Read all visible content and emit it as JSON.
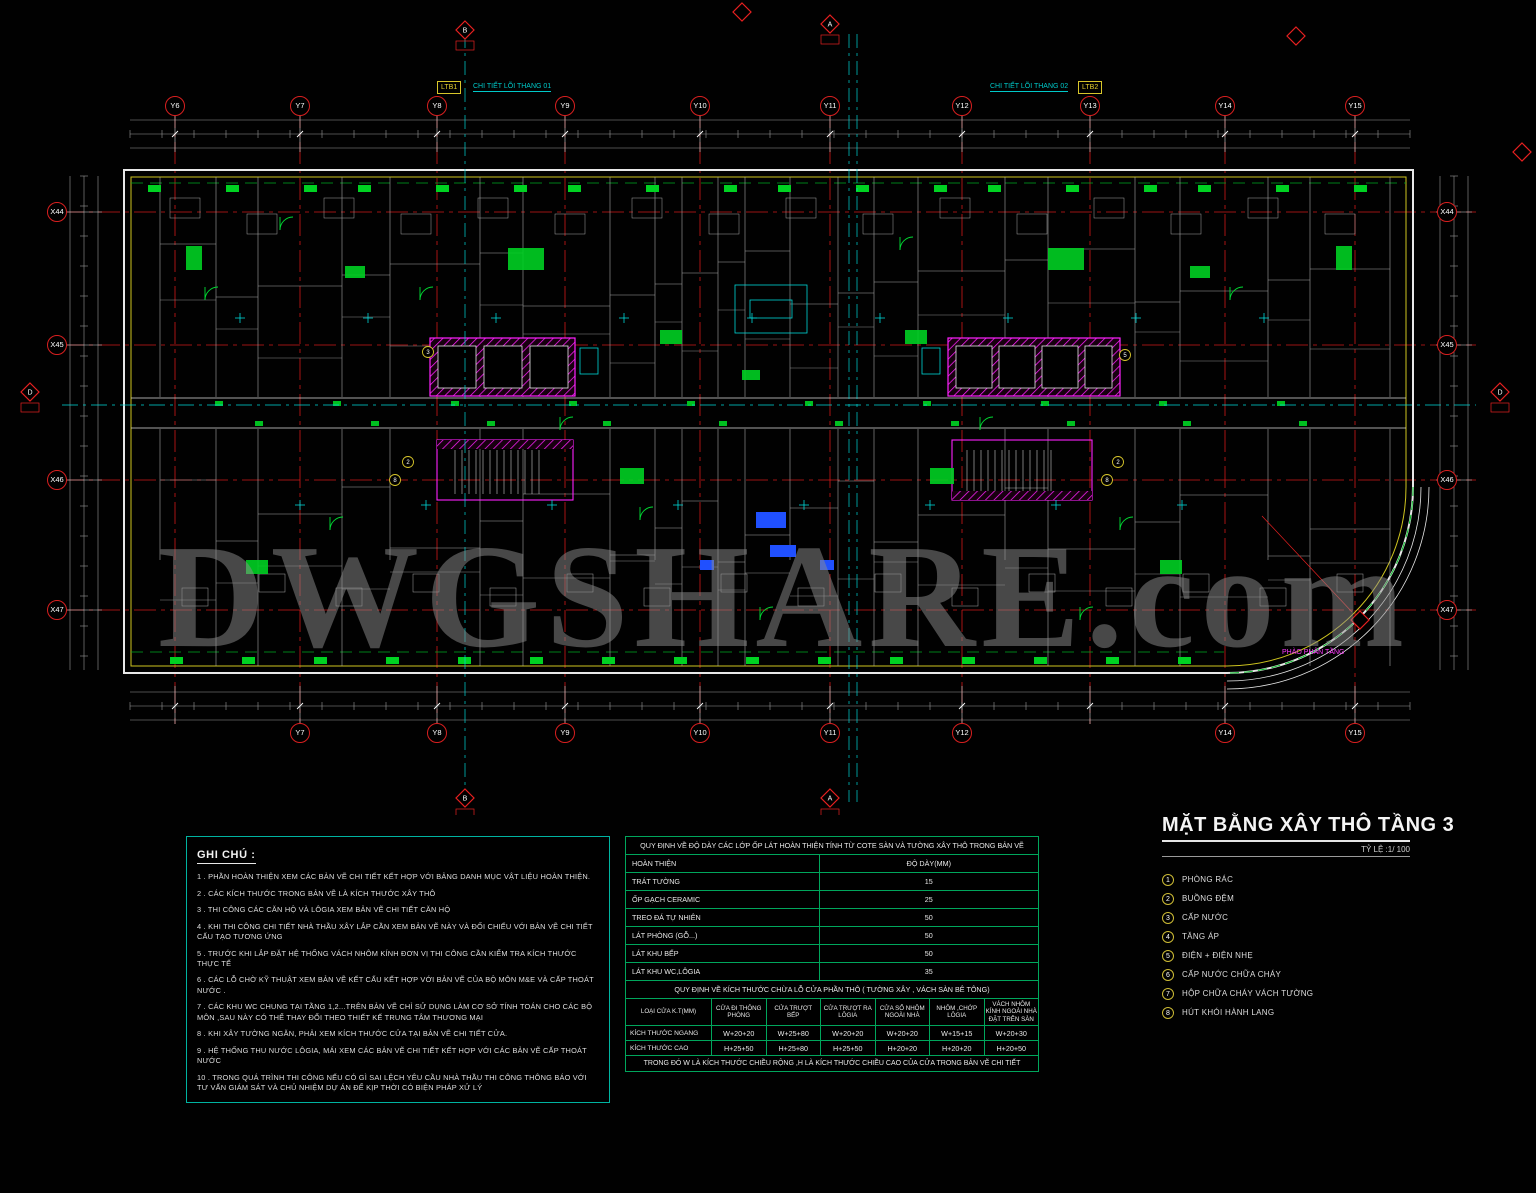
{
  "watermark": "DWGSHARE.com",
  "plan": {
    "axes_top": [
      "Y6",
      "Y7",
      "Y8",
      "Y9",
      "Y10",
      "Y11",
      "Y12",
      "Y13",
      "Y14",
      "Y15"
    ],
    "axes_bottom": [
      "Y7",
      "Y8",
      "Y9",
      "Y10",
      "Y11",
      "Y12",
      "Y14",
      "Y15"
    ],
    "axes_left": [
      "X44",
      "X45",
      "X46",
      "X47"
    ],
    "axes_right": [
      "X44",
      "X45",
      "X46",
      "X47"
    ],
    "callout_left_tag": "LTB1",
    "callout_left_label": "CHI TIẾT LÕI THANG 01",
    "callout_right_tag": "LTB2",
    "callout_right_label": "CHI TIẾT LÕI THANG 02",
    "curve_note": "PHÀO PHÂN TẦNG",
    "section_markers": {
      "top_left": "B",
      "top_center": "A",
      "left": "D",
      "right": "D",
      "bottom_left": "B",
      "bottom_center": "A"
    }
  },
  "notes": {
    "title": "GHI CHÚ :",
    "items": [
      "1 . PHẦN HOÀN THIỆN XEM CÁC BẢN VẼ CHI TIẾT KẾT HỢP VỚI BẢNG DANH MỤC VẬT LIỆU HOÀN THIỆN.",
      "2 . CÁC KÍCH THƯỚC TRONG BẢN VẼ LÀ KÍCH THƯỚC XÂY THÔ",
      "3 . THI CÔNG CÁC CĂN HỘ VÀ LÔGIA XEM BẢN VẼ CHI TIẾT CĂN HỘ",
      "4 . KHI THI CÔNG CHI TIẾT NHÀ THẦU XÂY LẮP CẦN XEM BẢN VẼ NÀY VÀ ĐỐI CHIẾU VỚI BẢN VẼ CHI TIẾT CẤU TẠO TƯƠNG ỨNG",
      "5 . TRƯỚC KHI LẮP ĐẶT HỆ THỐNG VÁCH NHÔM KÍNH ĐƠN VỊ THI CÔNG CẦN KIỂM TRA KÍCH THƯỚC THỰC TẾ",
      "6 . CÁC LỖ CHỜ KỸ THUẬT XEM BẢN VẼ KẾT CẤU KẾT HỢP VỚI BẢN VẼ CỦA BỘ MÔN M&E VÀ CẤP THOÁT NƯỚC .",
      "7 . CÁC KHU WC CHUNG TẠI TẦNG 1,2...TRÊN BẢN VẼ CHỈ SỬ DỤNG LÀM CƠ SỞ TÍNH TOÁN CHO CÁC BỘ MÔN ,SAU NÀY CÓ THỂ THAY ĐỔI THEO THIẾT KẾ TRUNG TÂM THƯƠNG MẠI",
      "8 . KHI XÂY TƯỜNG NGĂN, PHẢI XEM KÍCH THƯỚC CỬA TẠI BẢN VẼ CHI TIẾT CỬA.",
      "9 . HỆ THỐNG THU NƯỚC LÔGIA, MÁI XEM CÁC BẢN VẼ CHI TIẾT KẾT HỢP VỚI CÁC BẢN VẼ CẤP THOÁT NƯỚC",
      "10 . TRONG QUÁ TRÌNH THI CÔNG NẾU CÓ GÌ SAI LỆCH YÊU CẦU NHÀ THẦU THI CÔNG THÔNG BÁO VỚI TƯ VẤN GIÁM SÁT VÀ CHỦ NHIỆM DỰ ÁN ĐỂ KỊP THỜI CÓ BIỆN PHÁP XỬ LÝ"
    ]
  },
  "thickness_table": {
    "title": "QUY ĐỊNH VỀ  ĐỘ DÀY CÁC LỚP ỐP LÁT HOÀN THIỆN TÍNH TỪ COTE SÀN VÀ TƯỜNG XÂY THÔ TRONG BẢN VẼ",
    "header": [
      "HOÀN THIỆN",
      "ĐỘ DÀY(MM)"
    ],
    "rows": [
      [
        "TRÁT TƯỜNG",
        "15"
      ],
      [
        "ỐP GẠCH CERAMIC",
        "25"
      ],
      [
        "TREO ĐÁ TỰ NHIÊN",
        "50"
      ],
      [
        "LÁT PHÒNG (GỖ...)",
        "50"
      ],
      [
        "LÁT KHU BẾP",
        "50"
      ],
      [
        "LÁT KHU WC,LÔGIA",
        "35"
      ]
    ]
  },
  "door_table": {
    "title": "QUY ĐỊNH VỀ KÍCH THƯỚC CHỪA LỖ CỬA PHẦN THÔ ( TƯỜNG XÂY , VÁCH SÀN BÊ TÔNG)",
    "corner": "LOẠI CỬA K.T(MM)",
    "columns": [
      "CỬA ĐI THÔNG PHÒNG",
      "CỬA TRƯỢT BẾP",
      "CỬA TRƯỢT RA LÔGIA",
      "CỬA SỔ NHÔM NGOÀI NHÀ",
      "NHÔM ,CHỚP LÔGIA",
      "VÁCH NHÔM KÍNH NGOÀI NHÀ ĐẶT TRÊN SÀN"
    ],
    "rows": [
      {
        "label": "KÍCH THƯỚC NGANG",
        "values": [
          "W+20+20",
          "W+25+80",
          "W+20+20",
          "W+20+20",
          "W+15+15",
          "W+20+30"
        ]
      },
      {
        "label": "KÍCH THƯỚC CAO",
        "values": [
          "H+25+50",
          "H+25+80",
          "H+25+50",
          "H+20+20",
          "H+20+20",
          "H+20+50"
        ]
      }
    ],
    "footnote": "TRONG ĐÓ W LÀ KÍCH THƯỚC CHIỀU RỘNG ,H LÀ KÍCH THƯỚC CHIỀU CAO CỦA CỬA TRONG BẢN VẼ CHI TIẾT"
  },
  "titleblock": {
    "title": "MẶT BẰNG XÂY THÔ TẦNG 3",
    "scale": "TỶ LỆ :1/ 100",
    "legend": [
      {
        "num": "1",
        "label": "PHÒNG RÁC"
      },
      {
        "num": "2",
        "label": "BUỒNG ĐỆM"
      },
      {
        "num": "3",
        "label": "CẤP NƯỚC"
      },
      {
        "num": "4",
        "label": "TĂNG ÁP"
      },
      {
        "num": "5",
        "label": "ĐIỆN + ĐIỆN NHẸ"
      },
      {
        "num": "6",
        "label": "CẤP NƯỚC CHỮA CHÁY"
      },
      {
        "num": "7",
        "label": "HỘP CHỮA CHÁY VÁCH TƯỜNG"
      },
      {
        "num": "8",
        "label": "HÚT KHÓI HÀNH LANG"
      }
    ]
  },
  "colors": {
    "grid_red": "#d01919",
    "accent_green": "#00dd33",
    "accent_magenta": "#ff22ff",
    "accent_cyan": "#00d8d8",
    "accent_yellow": "#d8c62a",
    "table_green": "#00a65c",
    "notes_teal": "#00b3a0"
  }
}
